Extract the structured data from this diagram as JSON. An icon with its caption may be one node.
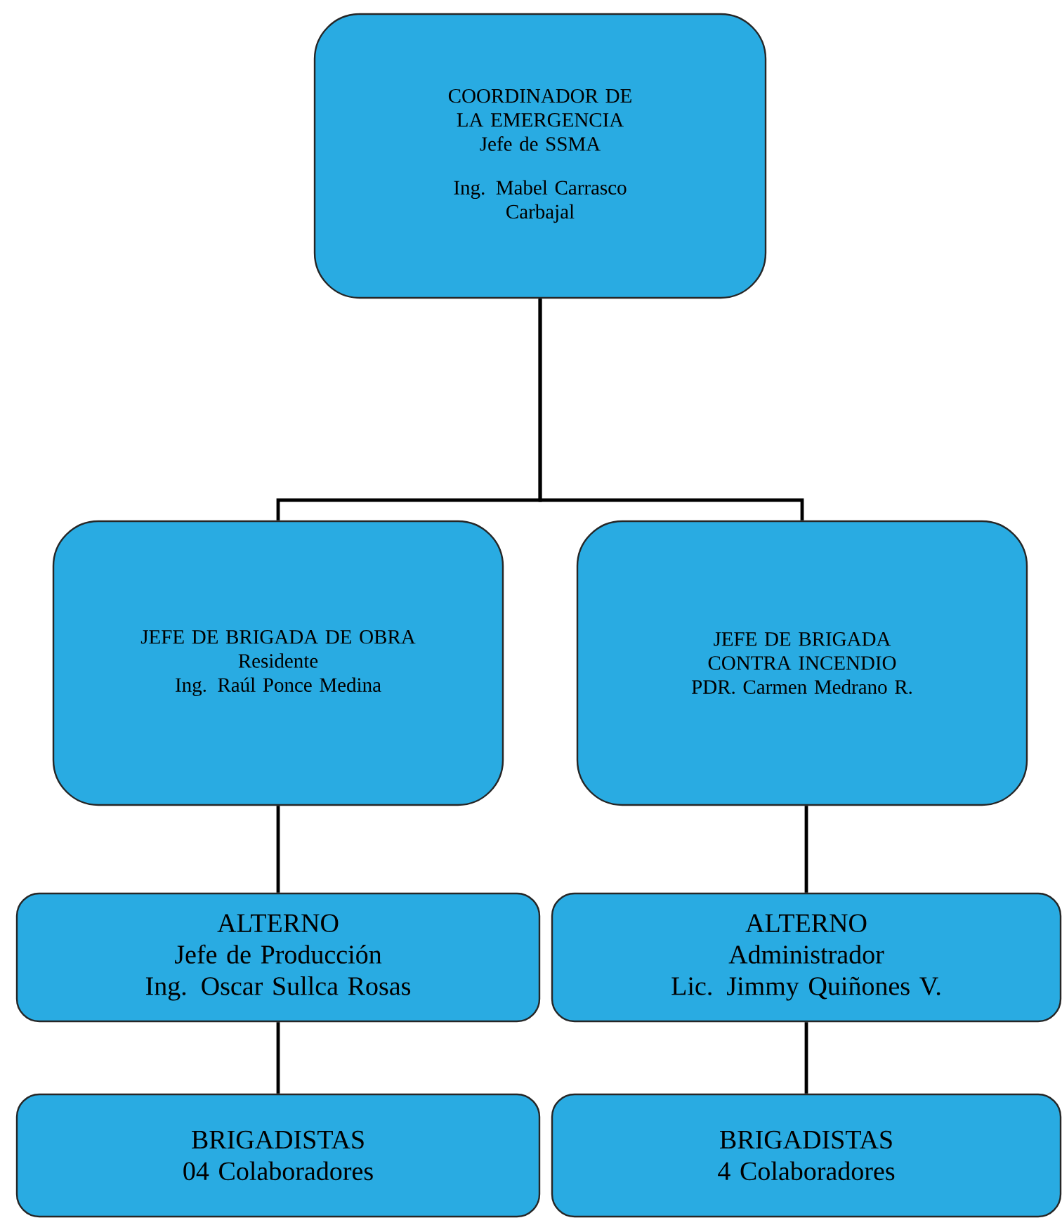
{
  "diagram": {
    "nodes": [
      {
        "text": [
          "COORDINADOR DE LA EMERGENCIA",
          "Jefe de SSMA",
          "Ing. Mabel Carrasco",
          "Carbajal"
        ]
      },
      {
        "text": [
          "JEFE DE BRIGADA DE OBRA",
          "Residente",
          "Ing. Raúl Ponce Medina"
        ]
      },
      {
        "text": [
          "JEFE DE BRIGADA CONTRA INCENDIO",
          "PDR. Carmen Medrano R."
        ]
      },
      {
        "text": [
          "ALTERNO",
          "Jefe de Producción",
          "Ing. Oscar Sullca Rosas"
        ]
      },
      {
        "text": [
          "ALTERNO",
          "Administrador",
          "Lic. Jimmy Quiñones V."
        ]
      },
      {
        "text": [
          "BRIGADISTAS",
          "04 Colaboradores"
        ]
      },
      {
        "text": [
          "BRIGADISTAS",
          "4 Colaboradores"
        ]
      }
    ],
    "edges": [
      {
        "from": 0,
        "to": 1,
        "arrow": "none"
      },
      {
        "from": 0,
        "to": 2,
        "arrow": "none"
      },
      {
        "from": 1,
        "to": 3,
        "arrow": "none"
      },
      {
        "from": 2,
        "to": 4,
        "arrow": "none"
      },
      {
        "from": 3,
        "to": 5,
        "arrow": "none"
      },
      {
        "from": 4,
        "to": 6,
        "arrow": "none"
      }
    ]
  }
}
